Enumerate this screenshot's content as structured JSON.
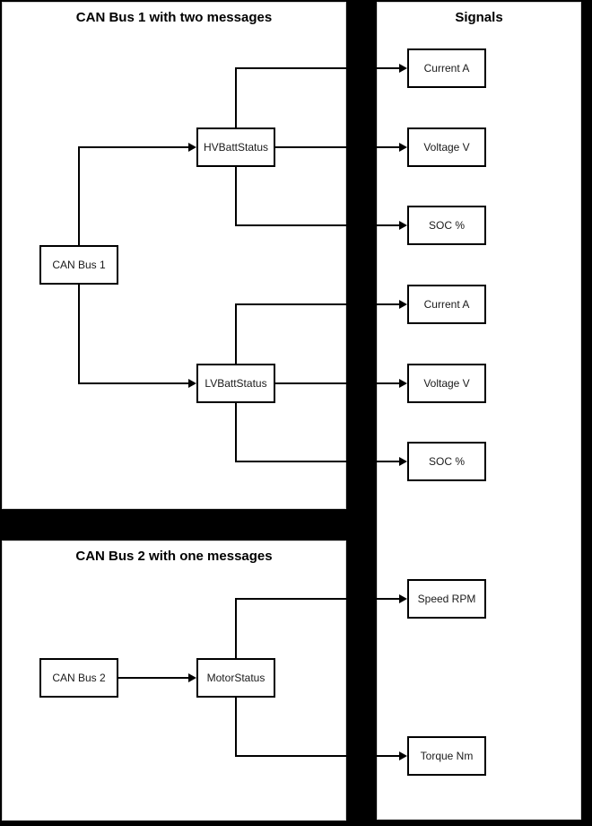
{
  "diagram": {
    "panels": {
      "bus1": {
        "title": "CAN Bus 1 with two messages"
      },
      "bus2": {
        "title": "CAN Bus 2 with one messages"
      },
      "signals": {
        "title": "Signals"
      }
    },
    "nodes": {
      "can_bus_1": {
        "label": "CAN Bus 1",
        "type": "bus"
      },
      "hv_batt_status": {
        "label": "HVBattStatus",
        "type": "message"
      },
      "lv_batt_status": {
        "label": "LVBattStatus",
        "type": "message"
      },
      "can_bus_2": {
        "label": "CAN Bus 2",
        "type": "bus"
      },
      "motor_status": {
        "label": "MotorStatus",
        "type": "message"
      },
      "hv_current": {
        "label": "Current A",
        "type": "signal"
      },
      "hv_voltage": {
        "label": "Voltage V",
        "type": "signal"
      },
      "hv_soc": {
        "label": "SOC %",
        "type": "signal"
      },
      "lv_current": {
        "label": "Current A",
        "type": "signal"
      },
      "lv_voltage": {
        "label": "Voltage V",
        "type": "signal"
      },
      "lv_soc": {
        "label": "SOC %",
        "type": "signal"
      },
      "motor_speed": {
        "label": "Speed RPM",
        "type": "signal"
      },
      "motor_torque": {
        "label": "Torque Nm",
        "type": "signal"
      }
    },
    "connections": [
      {
        "from": "CAN Bus 1",
        "to": "HVBattStatus"
      },
      {
        "from": "CAN Bus 1",
        "to": "LVBattStatus"
      },
      {
        "from": "HVBattStatus",
        "to": "Current A"
      },
      {
        "from": "HVBattStatus",
        "to": "Voltage V"
      },
      {
        "from": "HVBattStatus",
        "to": "SOC %"
      },
      {
        "from": "LVBattStatus",
        "to": "Current A"
      },
      {
        "from": "LVBattStatus",
        "to": "Voltage V"
      },
      {
        "from": "LVBattStatus",
        "to": "SOC %"
      },
      {
        "from": "CAN Bus 2",
        "to": "MotorStatus"
      },
      {
        "from": "MotorStatus",
        "to": "Speed RPM"
      },
      {
        "from": "MotorStatus",
        "to": "Torque Nm"
      }
    ],
    "colors": {
      "canvas_background": "#000000",
      "panel_background": "#ffffff",
      "node_border": "#000000",
      "connector": "#000000",
      "text": "#000000"
    }
  }
}
